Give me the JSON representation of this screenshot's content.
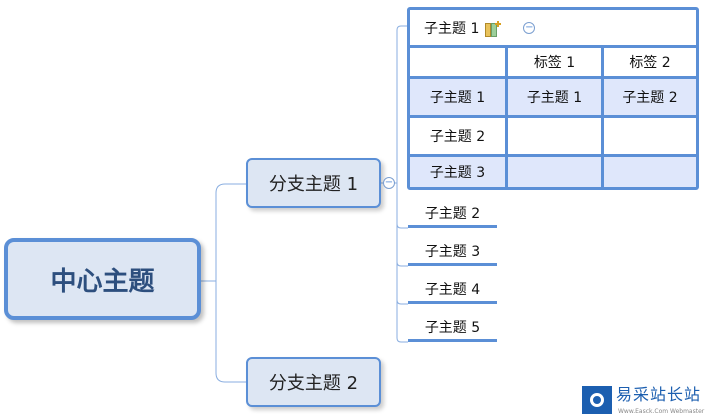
{
  "center": {
    "label": "中心主题"
  },
  "branches": [
    {
      "label": "分支主题 1"
    },
    {
      "label": "分支主题 2"
    }
  ],
  "table": {
    "title": "子主题 1",
    "columns": [
      "",
      "标签 1",
      "标签 2"
    ],
    "rows": [
      [
        "子主题 1",
        "子主题 1",
        "子主题 2"
      ],
      [
        "子主题 2",
        "",
        ""
      ],
      [
        "子主题 3",
        "",
        ""
      ]
    ]
  },
  "subtopics": [
    {
      "label": "子主题 2"
    },
    {
      "label": "子主题 3"
    },
    {
      "label": "子主题 4"
    },
    {
      "label": "子主题 5"
    }
  ],
  "collapse_symbol": "−",
  "watermark": {
    "name": "易采站长站",
    "url": "Www.Easck.Com Webmaster"
  },
  "colors": {
    "accent": "#5b8fd6",
    "fill": "#dde6f3",
    "alt_row": "#dfe7fb"
  }
}
